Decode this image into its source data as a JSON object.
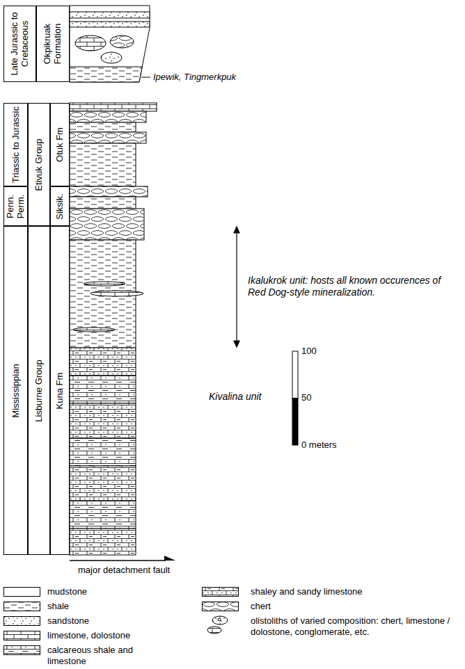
{
  "diagram": {
    "nodes": [
      {
        "text": [
          "Late Jurassic to Cretaceous"
        ]
      },
      {
        "text": [
          "Okpikruak Formation"
        ]
      },
      {
        "text": [
          "Triassic to Jurassic"
        ]
      },
      {
        "text": [
          "Etivuk Group"
        ]
      },
      {
        "text": [
          "Otuk Fm"
        ]
      },
      {
        "text": [
          "Penn. Perm."
        ]
      },
      {
        "text": [
          "Siksik."
        ]
      },
      {
        "text": [
          "Mississippian"
        ]
      },
      {
        "text": [
          "Lisburne Group"
        ]
      },
      {
        "text": [
          "Kuna Fm"
        ]
      }
    ],
    "labels": [
      "Ipewik, Tingmerkpuk",
      "Ikalukrok unit: hosts all known occurences of Red Dog-style mineralization.",
      "Kivalina unit",
      "100",
      "50",
      "0 meters",
      "major detachment fault"
    ],
    "legend": [
      {
        "text": "mudstone"
      },
      {
        "text": "shale"
      },
      {
        "text": "sandstone"
      },
      {
        "text": "limestone, dolostone"
      },
      {
        "text": "calcareous shale and limestone"
      },
      {
        "text": "shaley and sandy limestone"
      },
      {
        "text": "chert"
      },
      {
        "text": "olistoliths of varied composition: chert, limestone / dolostone, conglomerate, etc."
      }
    ]
  }
}
